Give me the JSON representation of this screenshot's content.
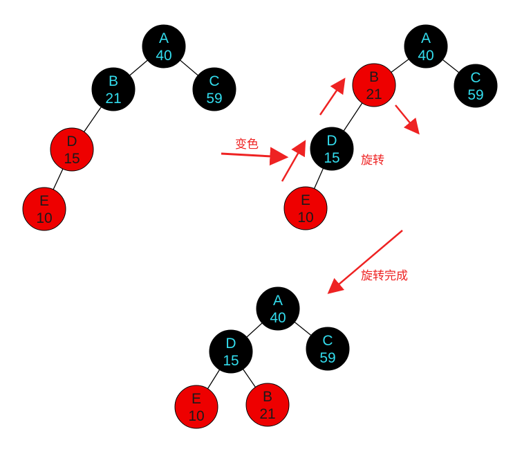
{
  "colors": {
    "black_node": "#000000",
    "red_node": "#ee0000",
    "black_node_text": "#33ddee",
    "red_node_text": "#1a1a1a",
    "edge": "#000000",
    "arrow": "#ee2222",
    "annotation": "#ee2222"
  },
  "annotations": {
    "recolor": "变色",
    "rotate": "旋转",
    "rotate_done": "旋转完成"
  },
  "trees": [
    {
      "id": "initial",
      "nodes": [
        {
          "id": "A",
          "key": "A",
          "value": "40",
          "color": "black"
        },
        {
          "id": "B",
          "key": "B",
          "value": "21",
          "color": "black"
        },
        {
          "id": "C",
          "key": "C",
          "value": "59",
          "color": "black"
        },
        {
          "id": "D",
          "key": "D",
          "value": "15",
          "color": "red"
        },
        {
          "id": "E",
          "key": "E",
          "value": "10",
          "color": "red"
        }
      ],
      "edges": [
        [
          "A",
          "B"
        ],
        [
          "A",
          "C"
        ],
        [
          "B",
          "D"
        ],
        [
          "D",
          "E"
        ]
      ]
    },
    {
      "id": "recolored",
      "nodes": [
        {
          "id": "A",
          "key": "A",
          "value": "40",
          "color": "black"
        },
        {
          "id": "B",
          "key": "B",
          "value": "21",
          "color": "red"
        },
        {
          "id": "C",
          "key": "C",
          "value": "59",
          "color": "black"
        },
        {
          "id": "D",
          "key": "D",
          "value": "15",
          "color": "black"
        },
        {
          "id": "E",
          "key": "E",
          "value": "10",
          "color": "red"
        }
      ],
      "edges": [
        [
          "A",
          "B"
        ],
        [
          "A",
          "C"
        ],
        [
          "B",
          "D"
        ],
        [
          "D",
          "E"
        ]
      ]
    },
    {
      "id": "rotated",
      "nodes": [
        {
          "id": "A",
          "key": "A",
          "value": "40",
          "color": "black"
        },
        {
          "id": "D",
          "key": "D",
          "value": "15",
          "color": "black"
        },
        {
          "id": "C",
          "key": "C",
          "value": "59",
          "color": "black"
        },
        {
          "id": "E",
          "key": "E",
          "value": "10",
          "color": "red"
        },
        {
          "id": "B",
          "key": "B",
          "value": "21",
          "color": "red"
        }
      ],
      "edges": [
        [
          "A",
          "D"
        ],
        [
          "A",
          "C"
        ],
        [
          "D",
          "E"
        ],
        [
          "D",
          "B"
        ]
      ]
    }
  ]
}
